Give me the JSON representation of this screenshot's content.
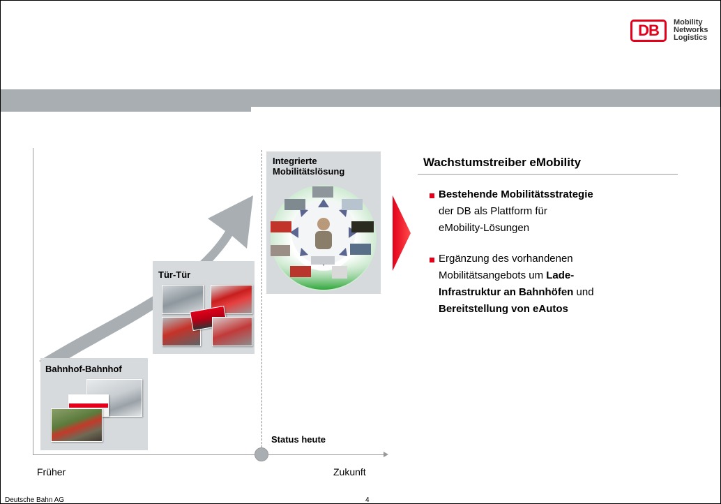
{
  "logo": {
    "mark": "DB",
    "tagline": [
      "Mobility",
      "Networks",
      "Logistics"
    ]
  },
  "diagram": {
    "stages": [
      {
        "label": "Bahnhof-Bahnhof"
      },
      {
        "label": "Tür-Tür"
      },
      {
        "label_line1": "Integrierte",
        "label_line2": "Mobilitätslösung"
      }
    ],
    "status_label": "Status heute",
    "x_axis": {
      "left_label": "Früher",
      "right_label": "Zukunft"
    },
    "colors": {
      "box": "#d6dadd",
      "arrow": "#a8aeb2",
      "accent": "#e2001a",
      "wheel_green": "#2fa63a"
    }
  },
  "panel": {
    "heading": "Wachstumstreiber eMobility",
    "bullet1": {
      "bold": "Bestehende Mobilitätsstrategie",
      "line2": "der DB als Plattform für",
      "line3": "eMobility-Lösungen"
    },
    "bullet2": {
      "line1": "Ergänzung des vorhandenen",
      "line2_plain": "Mobilitätsangebots um ",
      "line2_bold": "Lade-",
      "line3_bold": "Infrastruktur an Bahnhöfen",
      "line3_plain": " und",
      "line4_bold": "Bereitstellung von eAutos"
    }
  },
  "footer": {
    "company": "Deutsche Bahn AG",
    "page": "4"
  }
}
